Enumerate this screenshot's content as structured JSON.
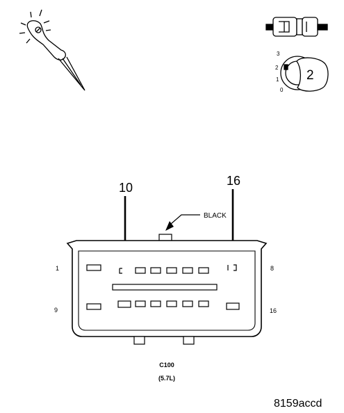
{
  "probe_icon": {
    "name": "back-probe-icon"
  },
  "key_icon": {
    "name": "ignition-key-icon"
  },
  "ignition_switch": {
    "positions": [
      "3",
      "2",
      "1",
      "0"
    ],
    "selected_label": "2"
  },
  "callouts": {
    "left_pin": "10",
    "right_pin": "16"
  },
  "color_label": "BLACK",
  "pin_labels": {
    "top_left": "1",
    "top_right": "8",
    "bottom_left": "9",
    "bottom_right": "16"
  },
  "connector": {
    "id": "C100",
    "engine": "(5.7L)"
  },
  "figure_id": "8159accd"
}
